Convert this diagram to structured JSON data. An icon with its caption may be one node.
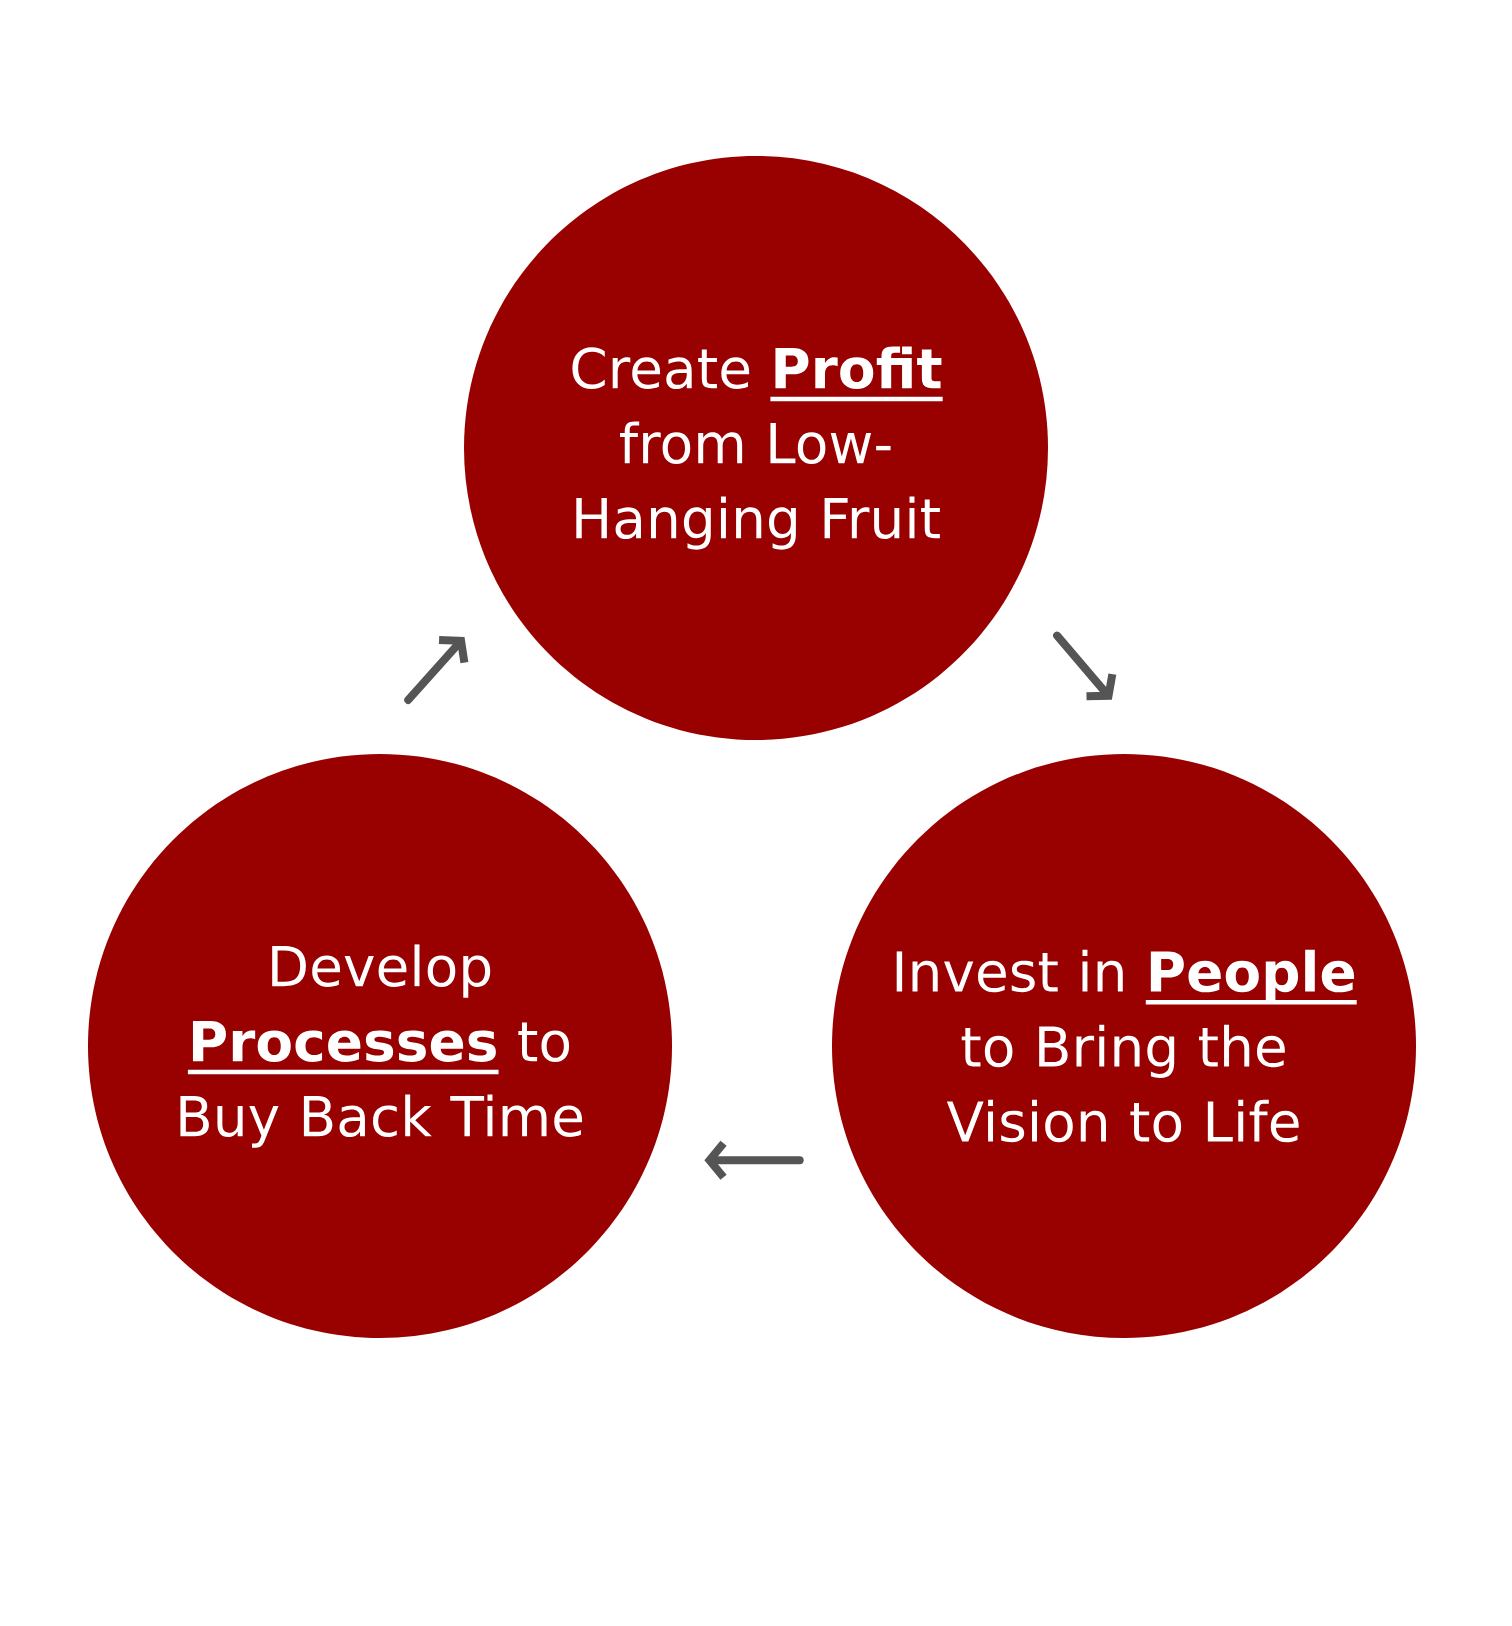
{
  "diagram": {
    "nodes": [
      {
        "text": [
          "Create **Profit** from Low- Hanging Fruit"
        ]
      },
      {
        "text": [
          "Develop **Processes** to Buy Back Time"
        ]
      },
      {
        "text": [
          "Invest in **People** to Bring the Vision to Life"
        ]
      }
    ],
    "edges": [
      {
        "from": 0,
        "to": 2,
        "arrow": "to"
      },
      {
        "from": 2,
        "to": 1,
        "arrow": "to"
      },
      {
        "from": 1,
        "to": 0,
        "arrow": "to"
      }
    ]
  }
}
